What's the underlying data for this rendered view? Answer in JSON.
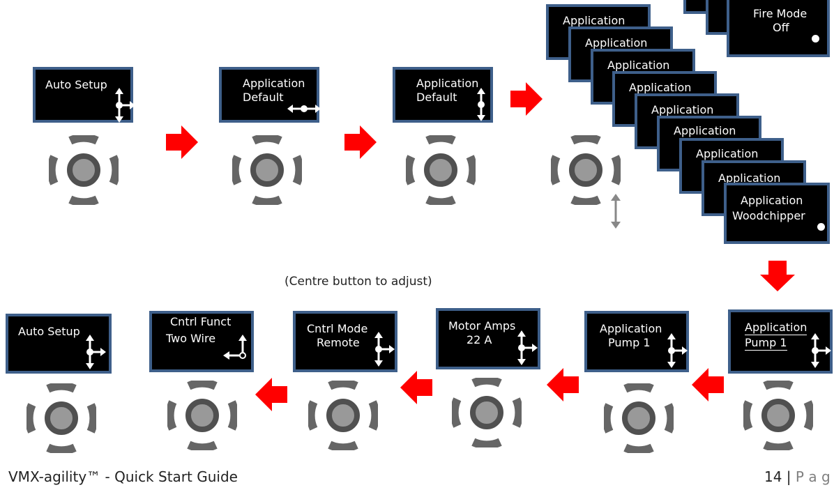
{
  "top_row": {
    "s1": {
      "line1": "Auto Setup"
    },
    "s2": {
      "line1": "Application",
      "line2": "Default"
    },
    "s3": {
      "line1": "Application",
      "line2": "Default"
    }
  },
  "stack": {
    "fire_mode": {
      "line1": "Fire Mode",
      "line2": "Off"
    },
    "app_label": "Application",
    "last": {
      "line1": "Application",
      "line2": "Woodchipper"
    }
  },
  "caption": "(Centre button to adjust)",
  "bottom_row": {
    "b1": {
      "line1": "Auto Setup"
    },
    "b2": {
      "line1": "Cntrl Funct",
      "line2": "Two Wire"
    },
    "b3": {
      "line1": "Cntrl Mode",
      "line2": "Remote"
    },
    "b4": {
      "line1": "Motor Amps",
      "line2": "22 A"
    },
    "b5": {
      "line1": "Application",
      "line2": "Pump 1"
    },
    "b6": {
      "line1": "Application",
      "line2": "Pump 1"
    }
  },
  "footer": {
    "left": "VMX-agility™ - Quick Start Guide",
    "page_num": "14",
    "sep": " | ",
    "page_word": "P a g"
  },
  "colors": {
    "screen_border": "#3e5f8a",
    "arrow": "#ff0000",
    "pad_outer": "#666666",
    "pad_inner": "#555555"
  }
}
